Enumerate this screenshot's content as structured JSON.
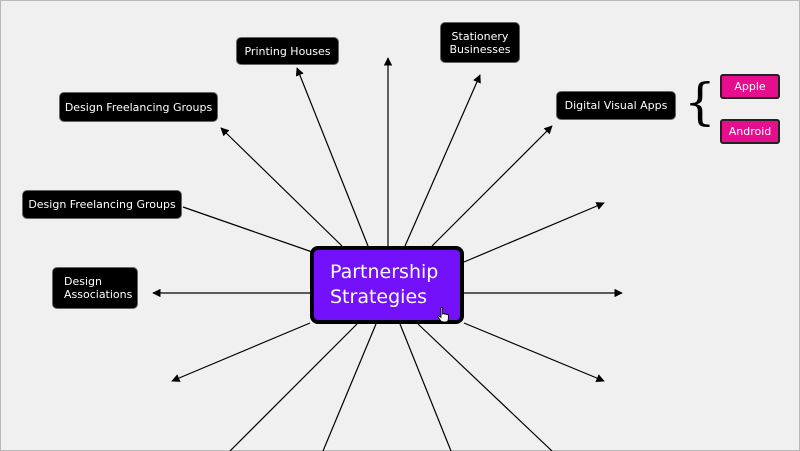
{
  "central": {
    "label_line1": "Partnership",
    "label_line2": "Strategies"
  },
  "nodes": {
    "printing_houses": "Printing Houses",
    "stationery_line1": "Stationery",
    "stationery_line2": "Businesses",
    "digital_visual_apps": "Digital Visual Apps",
    "design_freelancing_groups_upper": "Design Freelancing Groups",
    "design_freelancing_groups_lower": "Design Freelancing Groups",
    "design_associations_line1": "Design",
    "design_associations_line2": "Associations"
  },
  "sub_nodes": {
    "apple": "Apple",
    "android": "Android"
  },
  "colors": {
    "background": "#f0f0f0",
    "central_fill": "#7311fb",
    "node_fill": "#000000",
    "sub_node_fill": "#e60e8c",
    "connector": "#000000"
  },
  "icons": [
    "open-brace-icon",
    "hand-cursor-icon"
  ]
}
